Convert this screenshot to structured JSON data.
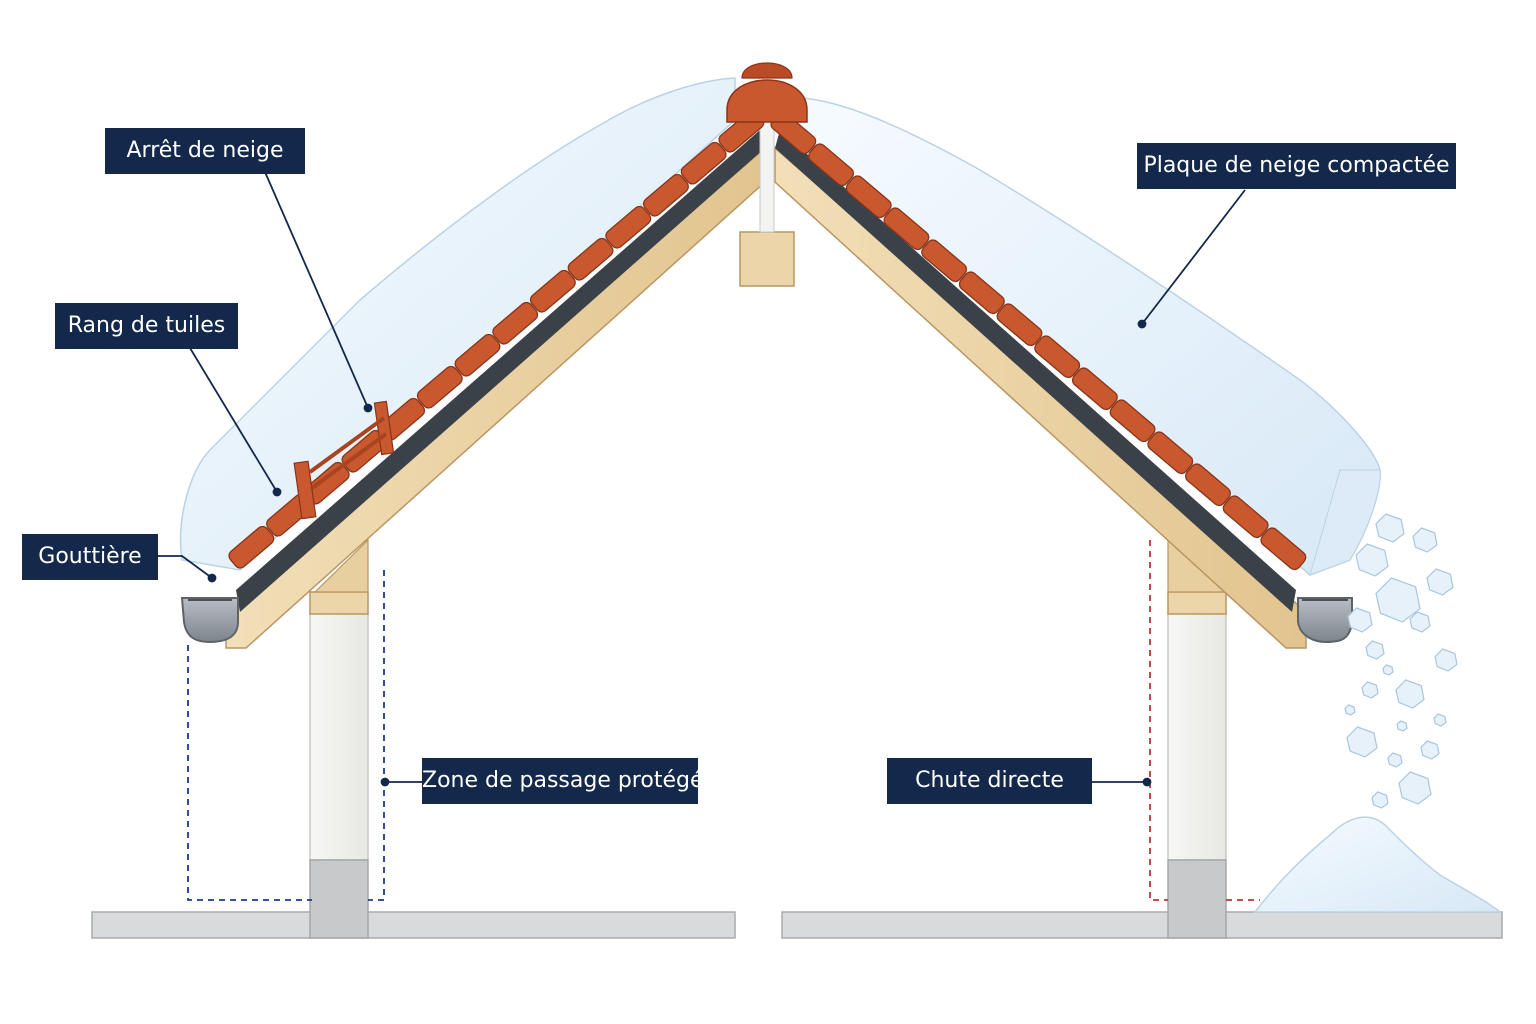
{
  "labels": {
    "snow_stop": "Arrêt de neige",
    "tile_row": "Rang de tuiles",
    "gutter": "Gouttière",
    "compacted_snow": "Plaque de neige compactée",
    "protected_zone": "Zone de passage protégée",
    "direct_fall": "Chute directe"
  },
  "colors": {
    "label_bg": "#13284b",
    "tile": "#c9582f",
    "wood": "#ecd5a8",
    "snow": "#e9f3fb",
    "protected_line": "#1e3a8a",
    "fall_line": "#b23a3a"
  }
}
